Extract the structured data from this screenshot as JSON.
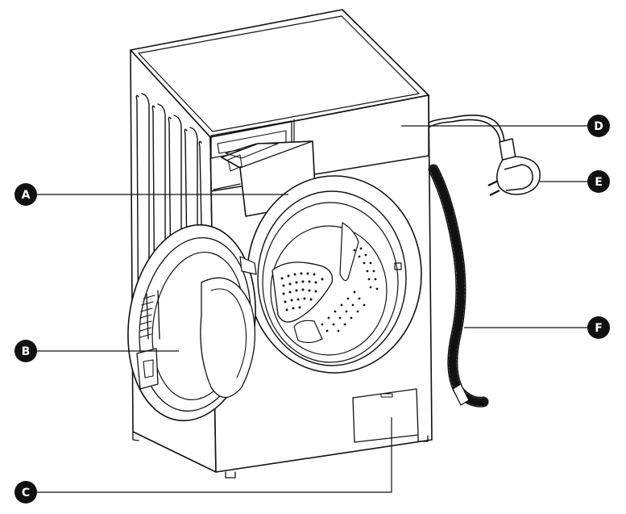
{
  "callouts": {
    "a": {
      "label": "A"
    },
    "b": {
      "label": "B"
    },
    "c": {
      "label": "C"
    },
    "d": {
      "label": "D"
    },
    "e": {
      "label": "E"
    },
    "f": {
      "label": "F"
    }
  },
  "colors": {
    "ink": "#111111",
    "paper": "#ffffff",
    "panel": "#ffffff"
  }
}
